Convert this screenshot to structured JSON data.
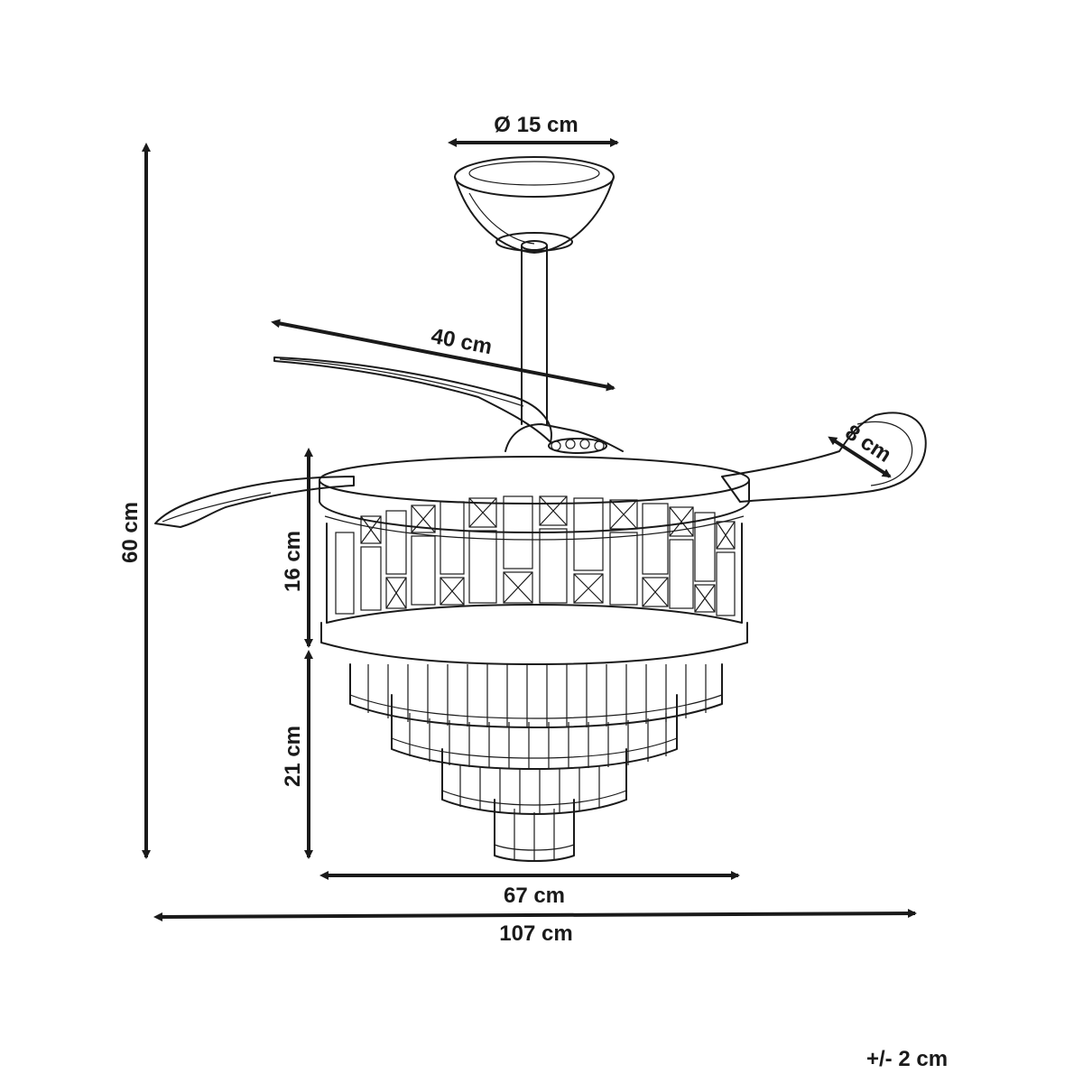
{
  "dimensions": {
    "diameter_canopy": "Ø 15 cm",
    "blade_length": "40 cm",
    "blade_width": "8 cm",
    "total_height": "60 cm",
    "drum_height": "16 cm",
    "crystal_height": "21 cm",
    "drum_width": "67 cm",
    "total_width": "107 cm"
  },
  "tolerance": "+/- 2 cm"
}
